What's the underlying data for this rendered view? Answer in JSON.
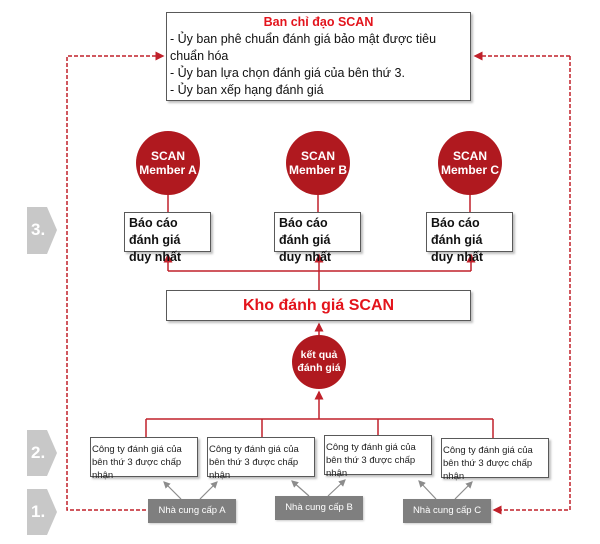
{
  "steering": {
    "title": "Ban chỉ đạo SCAN",
    "lines": [
      "- Ủy ban phê chuẩn đánh giá bảo mật được tiêu chuẩn hóa",
      "- Ủy ban lựa chọn đánh giá của bên thứ 3.",
      "- Ủy ban xếp hạng đánh giá"
    ]
  },
  "members": [
    {
      "line1": "SCAN",
      "line2": "Member A",
      "report": "Báo cáo đánh giá duy nhất"
    },
    {
      "line1": "SCAN",
      "line2": "Member B",
      "report": "Báo cáo đánh giá duy nhất"
    },
    {
      "line1": "SCAN",
      "line2": "Member C",
      "report": "Báo cáo đánh giá duy nhất"
    }
  ],
  "repository": "Kho đánh giá SCAN",
  "results": {
    "line1": "kết quả",
    "line2": "đánh giá"
  },
  "auditors": [
    "Công ty đánh giá của bên thứ 3 được chấp nhận",
    "Công ty đánh giá của bên thứ 3 được chấp nhận",
    "Công ty đánh giá của bên thứ 3 được chấp nhận",
    "Công ty đánh giá của bên thứ 3 được chấp nhận"
  ],
  "suppliers": [
    "Nhà cung cấp A",
    "Nhà cung cấp B",
    "Nhà cung cấp C"
  ],
  "steps": [
    "3.",
    "2.",
    "1."
  ],
  "colors": {
    "accent": "#b0191f",
    "title_red": "#e3141c",
    "line_red": "#c0202a",
    "supplier_gray": "#7f7f7f",
    "chevron_gray": "#c8c8c8",
    "arrow_gray": "#8c8c8c"
  }
}
